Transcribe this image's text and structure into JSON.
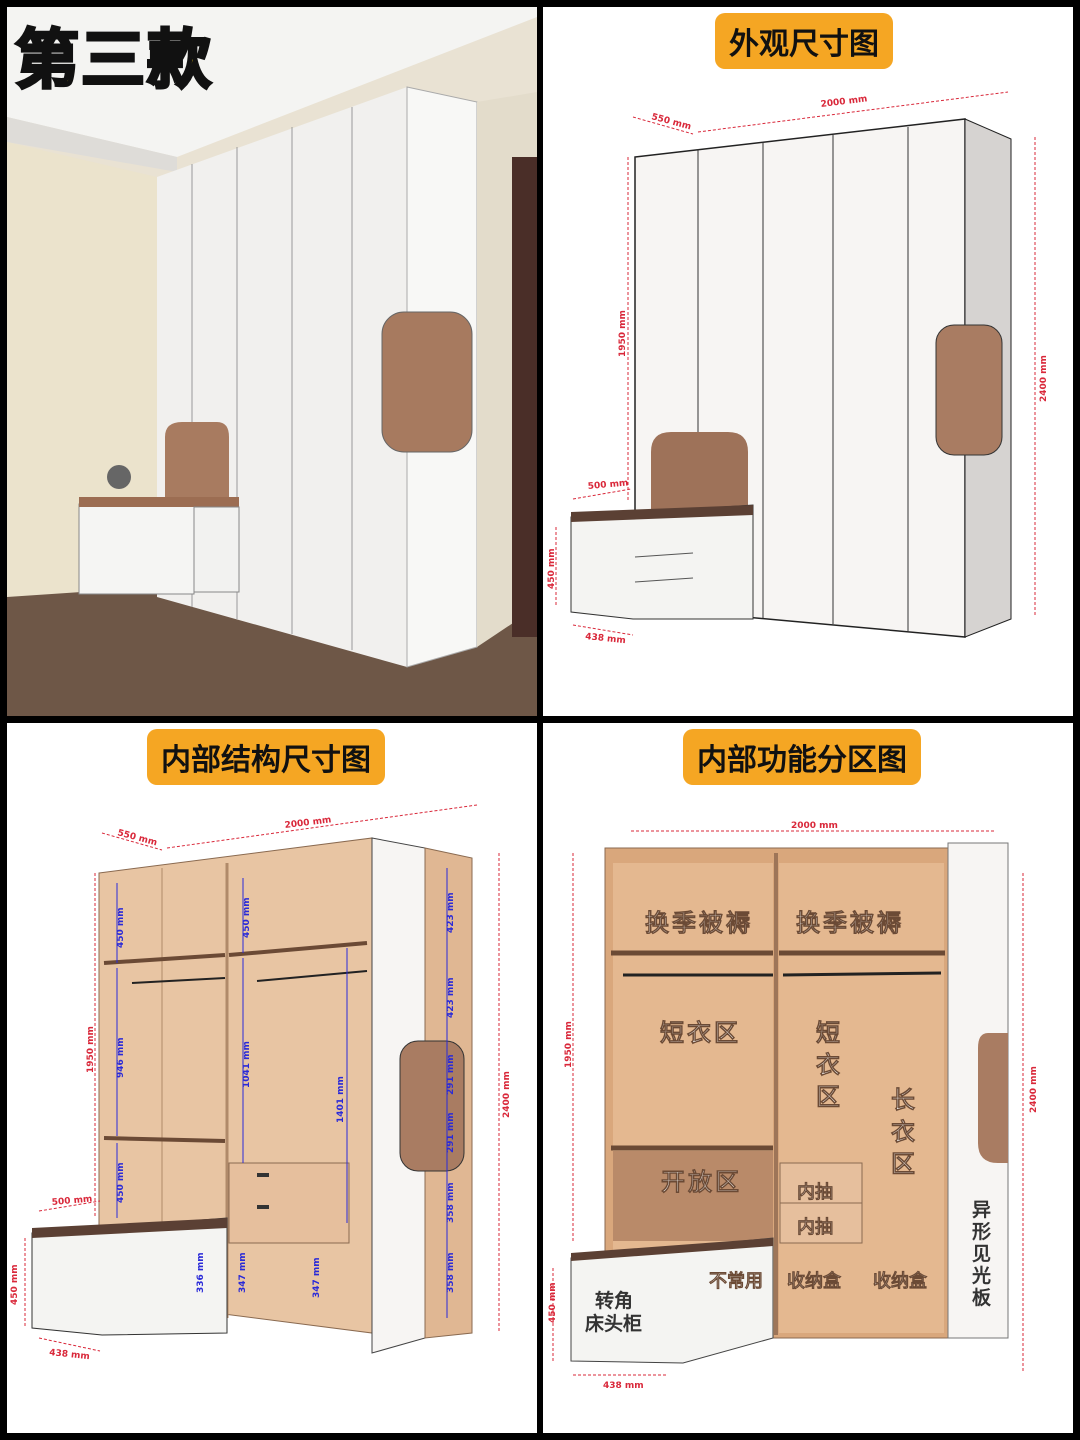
{
  "panel1": {
    "title": "第三款"
  },
  "panel2": {
    "title": "外观尺寸图",
    "dims": {
      "width": "2000 mm",
      "depth": "550 mm",
      "height_main": "2400 mm",
      "height_side": "1950 mm",
      "bench_width": "500 mm",
      "bench_height": "450 mm",
      "bench_depth": "438 mm"
    }
  },
  "panel3": {
    "title": "内部结构尺寸图",
    "dims": {
      "width": "2000 mm",
      "depth": "550 mm",
      "height_main": "2400 mm",
      "height_side": "1950 mm",
      "bench_width": "500 mm",
      "bench_height": "450 mm",
      "bench_depth": "438 mm"
    },
    "inner": [
      "450 mm",
      "946 mm",
      "450 mm",
      "450 mm",
      "1041 mm",
      "1401 mm",
      "336 mm",
      "347 mm",
      "347 mm",
      "423 mm",
      "423 mm",
      "291 mm",
      "291 mm",
      "358 mm",
      "358 mm"
    ]
  },
  "panel4": {
    "title": "内部功能分区图",
    "dims": {
      "width": "2000 mm",
      "height_side": "1950 mm",
      "height_main": "2400 mm",
      "bench_height": "450 mm",
      "bench_depth": "438 mm"
    },
    "zones": {
      "quilt_left": "换季被褥",
      "quilt_right": "换季被褥",
      "short_left": "短衣区",
      "short_right": [
        "短",
        "衣",
        "区"
      ],
      "long": [
        "长",
        "衣",
        "区"
      ],
      "open": "开放区",
      "drawer1": "内抽",
      "drawer2": "内抽",
      "rare": "不常用",
      "box1": "收纳盒",
      "box2": "收纳盒",
      "corner": [
        "转角",
        "床头柜"
      ],
      "panel": [
        "异",
        "形",
        "见",
        "光",
        "板"
      ]
    }
  }
}
